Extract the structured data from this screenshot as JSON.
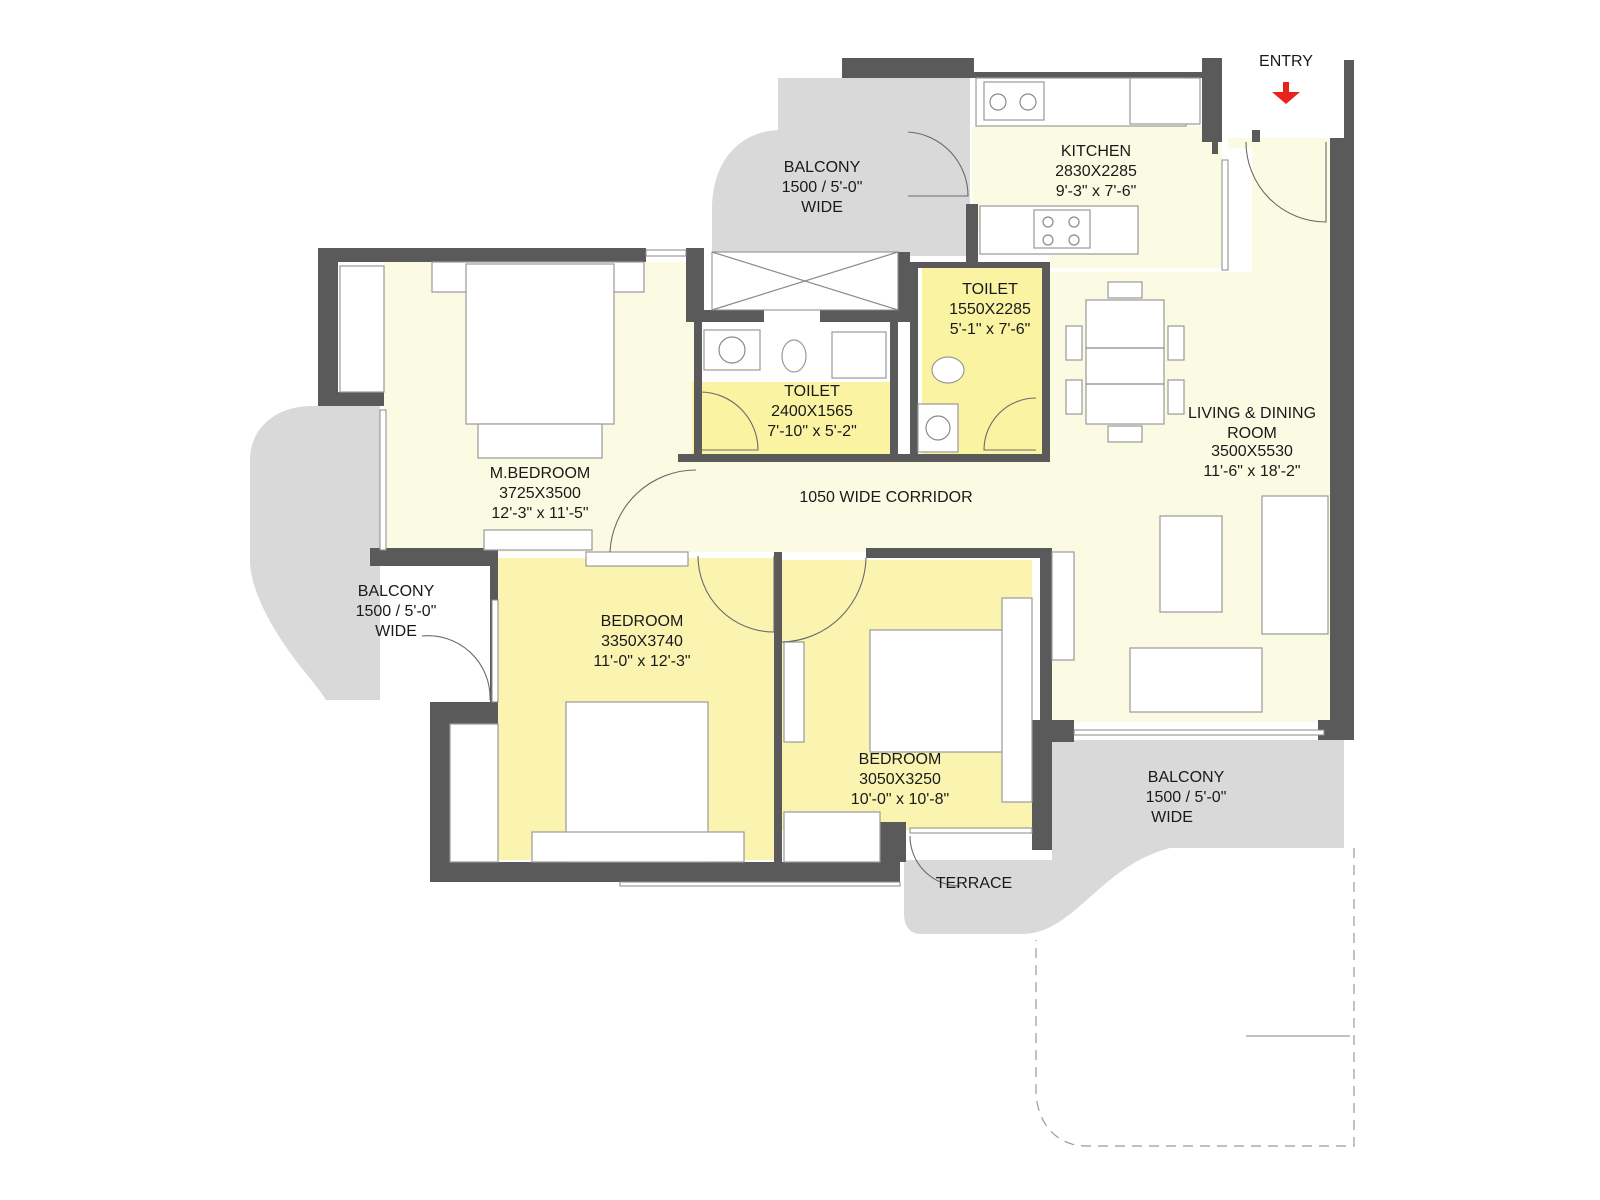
{
  "colors": {
    "living": "#fbfbe3",
    "bedroom": "#fbf4b0",
    "toilet": "#f9f3a2",
    "balcony": "#d9d9d9",
    "wall": "#5a5a5a",
    "entry_arrow": "#e8231b"
  },
  "entry": {
    "label": "ENTRY",
    "icon": "entry-arrow-icon"
  },
  "rooms": {
    "kitchen": {
      "name": "KITCHEN",
      "metric": "2830X2285",
      "imperial": "9'-3\" x 7'-6\""
    },
    "toilet_small": {
      "name": "TOILET",
      "metric": "1550X2285",
      "imperial": "5'-1\" x 7'-6\""
    },
    "toilet_large": {
      "name": "TOILET",
      "metric": "2400X1565",
      "imperial": "7'-10\" x 5'-2\""
    },
    "living": {
      "name_line1": "LIVING & DINING",
      "name_line2": "ROOM",
      "metric": "3500X5530",
      "imperial": "11'-6\" x 18'-2\""
    },
    "master_bedroom": {
      "name": "M.BEDROOM",
      "metric": "3725X3500",
      "imperial": "12'-3\" x 11'-5\""
    },
    "bedroom_left": {
      "name": "BEDROOM",
      "metric": "3350X3740",
      "imperial": "11'-0\" x 12'-3\""
    },
    "bedroom_right": {
      "name": "BEDROOM",
      "metric": "3050X3250",
      "imperial": "10'-0\" x 10'-8\""
    },
    "corridor": {
      "label": "1050 WIDE CORRIDOR"
    },
    "balcony_top": {
      "name": "BALCONY",
      "size": "1500 / 5'-0\"",
      "width": "WIDE"
    },
    "balcony_left": {
      "name": "BALCONY",
      "size": "1500 / 5'-0\"",
      "width": "WIDE"
    },
    "balcony_right": {
      "name": "BALCONY",
      "size": "1500 / 5'-0\"",
      "width": "WIDE"
    },
    "terrace": {
      "name": "TERRACE"
    }
  }
}
